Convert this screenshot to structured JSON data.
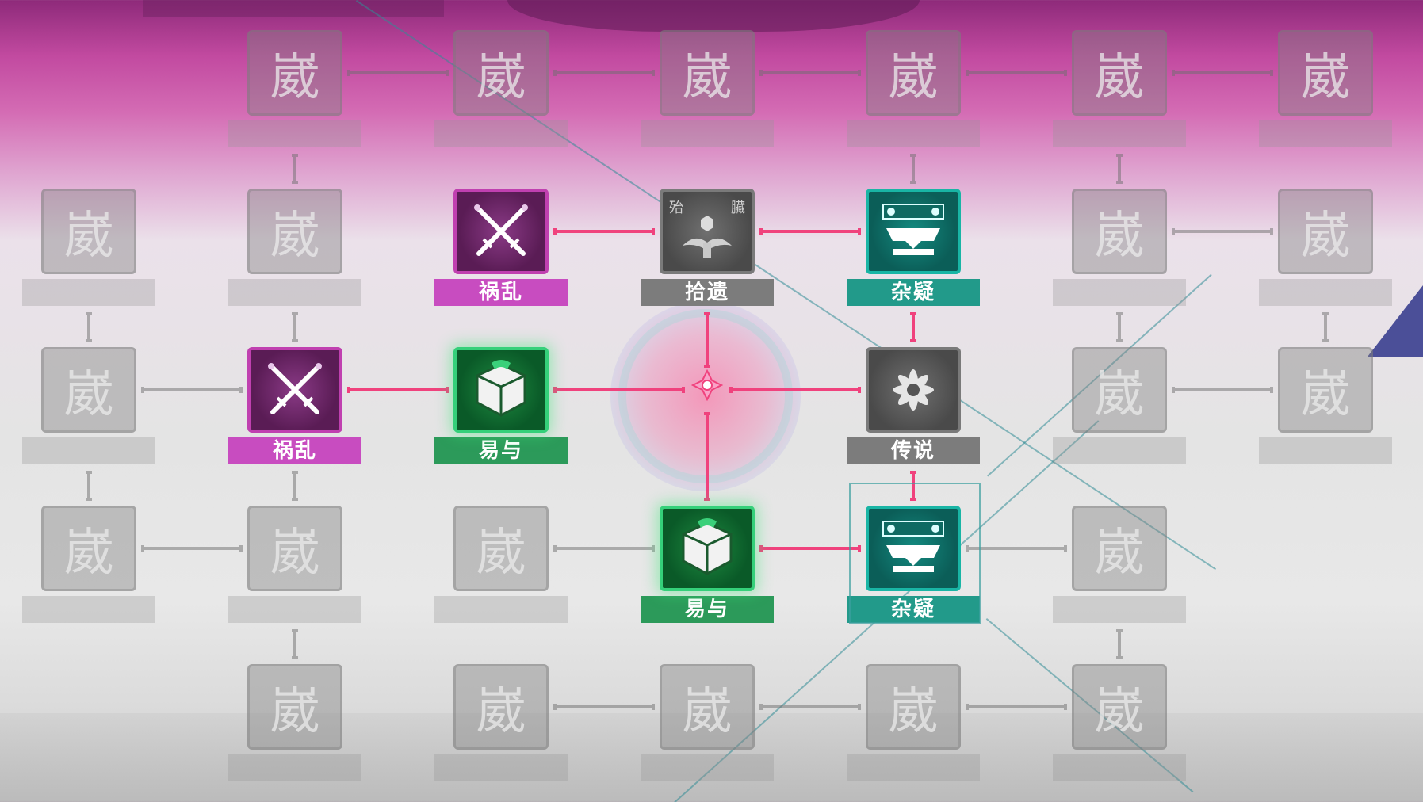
{
  "board": {
    "placeholder_glyph": "崴",
    "nodes": [
      {
        "id": "r0c1",
        "state": "locked",
        "label": ""
      },
      {
        "id": "r0c2",
        "state": "locked",
        "label": ""
      },
      {
        "id": "r0c3",
        "state": "locked",
        "label": ""
      },
      {
        "id": "r0c4",
        "state": "locked",
        "label": ""
      },
      {
        "id": "r0c5",
        "state": "locked",
        "label": ""
      },
      {
        "id": "r0c6",
        "state": "locked",
        "label": ""
      },
      {
        "id": "r1c0",
        "state": "locked",
        "label": ""
      },
      {
        "id": "r1c1",
        "state": "locked",
        "label": ""
      },
      {
        "id": "r1c2",
        "state": "purple",
        "icon": "crossed-swords-icon",
        "label": "祸乱"
      },
      {
        "id": "r1c3",
        "state": "gray",
        "icon": "lotus-altar-icon",
        "label": "拾遗",
        "deco": [
          "殆",
          "臟"
        ]
      },
      {
        "id": "r1c4",
        "state": "teal",
        "icon": "scroll-chest-icon",
        "label": "杂疑"
      },
      {
        "id": "r1c5",
        "state": "locked",
        "label": ""
      },
      {
        "id": "r1c6",
        "state": "locked",
        "label": ""
      },
      {
        "id": "r2c0",
        "state": "locked",
        "label": ""
      },
      {
        "id": "r2c1",
        "state": "purple",
        "icon": "crossed-swords-icon",
        "label": "祸乱"
      },
      {
        "id": "r2c2",
        "state": "green",
        "icon": "wrapped-box-icon",
        "label": "易与"
      },
      {
        "id": "r2c4",
        "state": "gray",
        "icon": "flower-sigil-icon",
        "label": "传说"
      },
      {
        "id": "r2c5",
        "state": "locked",
        "label": ""
      },
      {
        "id": "r2c6",
        "state": "locked",
        "label": ""
      },
      {
        "id": "r3c0",
        "state": "locked",
        "label": ""
      },
      {
        "id": "r3c1",
        "state": "locked",
        "label": ""
      },
      {
        "id": "r3c2",
        "state": "locked",
        "label": ""
      },
      {
        "id": "r3c3",
        "state": "green",
        "icon": "wrapped-box-icon",
        "label": "易与"
      },
      {
        "id": "r3c4",
        "state": "teal",
        "icon": "scroll-chest-icon",
        "label": "杂疑",
        "selected": true
      },
      {
        "id": "r3c5",
        "state": "locked",
        "label": ""
      },
      {
        "id": "r4c1",
        "state": "locked",
        "label": ""
      },
      {
        "id": "r4c2",
        "state": "locked",
        "label": ""
      },
      {
        "id": "r4c3",
        "state": "locked",
        "label": ""
      },
      {
        "id": "r4c4",
        "state": "locked",
        "label": ""
      },
      {
        "id": "r4c5",
        "state": "locked",
        "label": ""
      }
    ],
    "links": [
      {
        "from": "r0c1",
        "to": "r0c2",
        "lit": false
      },
      {
        "from": "r0c2",
        "to": "r0c3",
        "lit": false
      },
      {
        "from": "r0c3",
        "to": "r0c4",
        "lit": false
      },
      {
        "from": "r0c4",
        "to": "r0c5",
        "lit": false
      },
      {
        "from": "r0c5",
        "to": "r0c6",
        "lit": false
      },
      {
        "from": "r0c1",
        "to": "r1c1",
        "lit": false
      },
      {
        "from": "r0c4",
        "to": "r1c4",
        "lit": false
      },
      {
        "from": "r0c5",
        "to": "r1c5",
        "lit": false
      },
      {
        "from": "r1c2",
        "to": "r1c3",
        "lit": true
      },
      {
        "from": "r1c3",
        "to": "r1c4",
        "lit": true
      },
      {
        "from": "r1c5",
        "to": "r1c6",
        "lit": false
      },
      {
        "from": "r1c0",
        "to": "r2c0",
        "lit": false
      },
      {
        "from": "r1c1",
        "to": "r2c1",
        "lit": false
      },
      {
        "from": "r1c3",
        "to": "hub",
        "lit": true
      },
      {
        "from": "r1c4",
        "to": "r2c4",
        "lit": true
      },
      {
        "from": "r1c5",
        "to": "r2c5",
        "lit": false
      },
      {
        "from": "r1c6",
        "to": "r2c6",
        "lit": false
      },
      {
        "from": "r2c0",
        "to": "r2c1",
        "lit": false
      },
      {
        "from": "r2c1",
        "to": "r2c2",
        "lit": true
      },
      {
        "from": "r2c2",
        "to": "hub",
        "lit": true
      },
      {
        "from": "hub",
        "to": "r2c4",
        "lit": true
      },
      {
        "from": "r2c5",
        "to": "r2c6",
        "lit": false
      },
      {
        "from": "r2c0",
        "to": "r3c0",
        "lit": false
      },
      {
        "from": "r2c1",
        "to": "r3c1",
        "lit": false
      },
      {
        "from": "hub",
        "to": "r3c3",
        "lit": true
      },
      {
        "from": "r2c4",
        "to": "r3c4",
        "lit": true
      },
      {
        "from": "r3c0",
        "to": "r3c1",
        "lit": false
      },
      {
        "from": "r3c2",
        "to": "r3c3",
        "lit": false
      },
      {
        "from": "r3c3",
        "to": "r3c4",
        "lit": true
      },
      {
        "from": "r3c4",
        "to": "r3c5",
        "lit": false
      },
      {
        "from": "r3c1",
        "to": "r4c1",
        "lit": false
      },
      {
        "from": "r3c5",
        "to": "r4c5",
        "lit": false
      },
      {
        "from": "r4c2",
        "to": "r4c3",
        "lit": false
      },
      {
        "from": "r4c3",
        "to": "r4c4",
        "lit": false
      },
      {
        "from": "r4c4",
        "to": "r4c5",
        "lit": false
      }
    ]
  },
  "colors": {
    "lit_link": "#f0427d",
    "purple_label": "#c84cc0",
    "green_label": "#2c9a5a",
    "teal_label": "#229a8a",
    "gray_label": "#7c7c7c"
  }
}
